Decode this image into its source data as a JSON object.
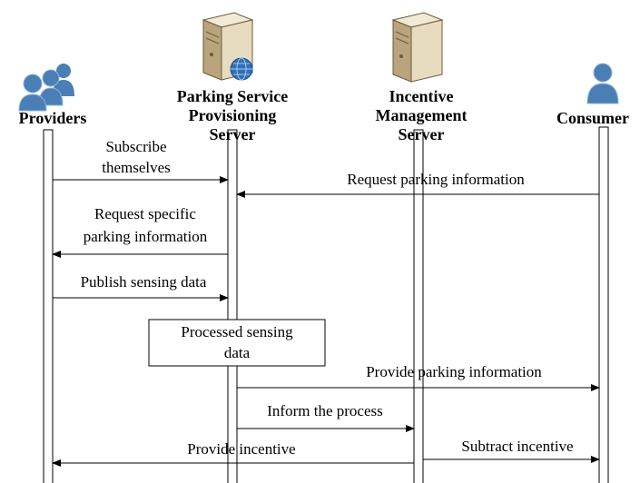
{
  "actors": {
    "providers": {
      "label": "Providers",
      "icon": "users-group-icon"
    },
    "parking_server": {
      "label_lines": [
        "Parking Service",
        "Provisioning",
        "Server"
      ],
      "icon": "web-server-icon"
    },
    "incentive_server": {
      "label_lines": [
        "Incentive",
        "Management",
        "Server"
      ],
      "icon": "server-icon"
    },
    "consumer": {
      "label": "Consumer",
      "icon": "user-icon"
    }
  },
  "messages": [
    {
      "lines": [
        "Subscribe",
        "themselves"
      ]
    },
    {
      "lines": [
        "Request parking information"
      ]
    },
    {
      "lines": [
        "Request specific",
        "parking information"
      ]
    },
    {
      "lines": [
        "Publish sensing data"
      ]
    },
    {
      "lines": [
        "Provide parking information"
      ]
    },
    {
      "lines": [
        "Inform the process"
      ]
    },
    {
      "lines": [
        "Provide incentive"
      ]
    },
    {
      "lines": [
        "Subtract incentive"
      ]
    }
  ],
  "note": {
    "lines": [
      "Processed sensing",
      "data"
    ]
  },
  "colors": {
    "person_fill": "#4a7fb5",
    "person_light": "#8fb3d9",
    "server_body": "#e8dcc0",
    "server_shade": "#b8a57e",
    "globe": "#2f6fb5"
  }
}
